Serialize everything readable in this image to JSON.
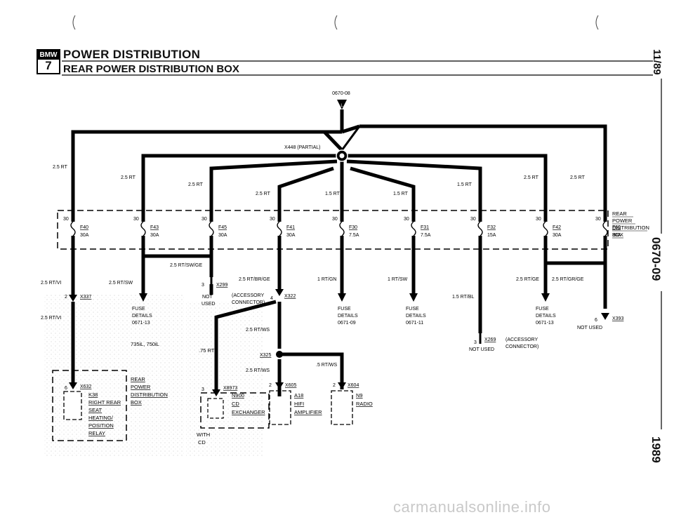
{
  "header": {
    "logo_top": "BMW",
    "logo_num": "7",
    "title": "POWER DISTRIBUTION",
    "subtitle": "REAR POWER DISTRIBUTION BOX"
  },
  "side_labels": {
    "page_code": "11/89",
    "doc_number": "0670-09",
    "year": "1989"
  },
  "watermark": "carmanualsonline.info",
  "diagram": {
    "ref_top": "0670-08",
    "partial_connector": "X448 (PARTIAL)",
    "box_label": [
      "REAR",
      "POWER",
      "DISTRIBUTION",
      "BOX"
    ],
    "fuses": [
      {
        "name": "F40",
        "amps": "30A",
        "pin": "30"
      },
      {
        "name": "F43",
        "amps": "30A",
        "pin": "30"
      },
      {
        "name": "F45",
        "amps": "30A",
        "pin": "30"
      },
      {
        "name": "F41",
        "amps": "30A",
        "pin": "30"
      },
      {
        "name": "F30",
        "amps": "7.5A",
        "pin": "30"
      },
      {
        "name": "F31",
        "amps": "7.5A",
        "pin": "30"
      },
      {
        "name": "F32",
        "amps": "15A",
        "pin": "30"
      },
      {
        "name": "F42",
        "amps": "30A",
        "pin": "30"
      },
      {
        "name": "F60",
        "amps": "30A",
        "pin": "30"
      }
    ],
    "wires_in": {
      "w1": "2.5 RT",
      "w2": "2.5 RT",
      "w3": "2.5 RT",
      "w4": "2.5 RT",
      "w5": "1.5 RT",
      "w6": "1.5 RT",
      "w7": "1.5 RT",
      "w8": "2.5 RT",
      "w9": "2.5 RT"
    },
    "wires_out": {
      "f40": "2.5 RT/VI",
      "f43": "2.5 RT/SW",
      "f45_bridge": "2.5 RT/SW/GE",
      "f41": "2.5 RT/BR/GE",
      "f30": "1 RT/GN",
      "f31": "1 RT/SW",
      "f32": "1.5 RT/BL",
      "f42": "2.5 RT/GE",
      "f60": "2.5 RT/GR/GE",
      "f40_lower": "2.5 RT/VI",
      "x325_up": "2.5 RT/WS",
      "x325_down": "2.5 RT/WS",
      "x325_right": ".5 RT/WS",
      "x8973": ".75 RT"
    },
    "connectors": {
      "x337_pin": "2",
      "x337": "X337",
      "x299_pin": "3",
      "x299": "X299",
      "x322_pin": "4",
      "x322": "X322",
      "x325": "X325",
      "x632_pin": "6",
      "x632": "X632",
      "x8973_pin": "3",
      "x8973": "X8973",
      "x605_pin": "2",
      "x605": "X605",
      "x604_pin": "2",
      "x604": "X604",
      "x269_pin": "3",
      "x269": "X269",
      "x393_pin": "6",
      "x393": "X393"
    },
    "notes": {
      "not_used_1": "NOT",
      "not_used_2": "USED",
      "acc_1": "(ACCESSORY",
      "acc_2": "CONNECTOR)",
      "acc2_1": "(ACCESSORY",
      "acc2_2": "CONNECTOR)",
      "not_used_x269": "NOT USED",
      "not_used_x393": "NOT USED",
      "model": "735iL, 750iL",
      "with_1": "WITH",
      "with_2": "CD"
    },
    "fuse_details": [
      {
        "l1": "FUSE",
        "l2": "DETAILS",
        "l3": "0671-13"
      },
      {
        "l1": "FUSE",
        "l2": "DETAILS",
        "l3": "0671-09"
      },
      {
        "l1": "FUSE",
        "l2": "DETAILS",
        "l3": "0671-11"
      },
      {
        "l1": "FUSE",
        "l2": "DETAILS",
        "l3": "0671-13"
      }
    ],
    "components": {
      "k38": "K38",
      "k38_desc": [
        "RIGHT REAR",
        "SEAT",
        "HEATING/",
        "POSITION",
        "RELAY"
      ],
      "rear_box": [
        "REAR",
        "POWER",
        "DISTRIBUTION",
        "BOX"
      ],
      "n900": "N900",
      "n900_desc": [
        "CD",
        "EXCHANGER"
      ],
      "a18": "A18",
      "a18_desc": [
        "HIFI",
        "AMPLIFIER"
      ],
      "n9": "N9",
      "n9_desc": [
        "RADIO"
      ]
    }
  }
}
